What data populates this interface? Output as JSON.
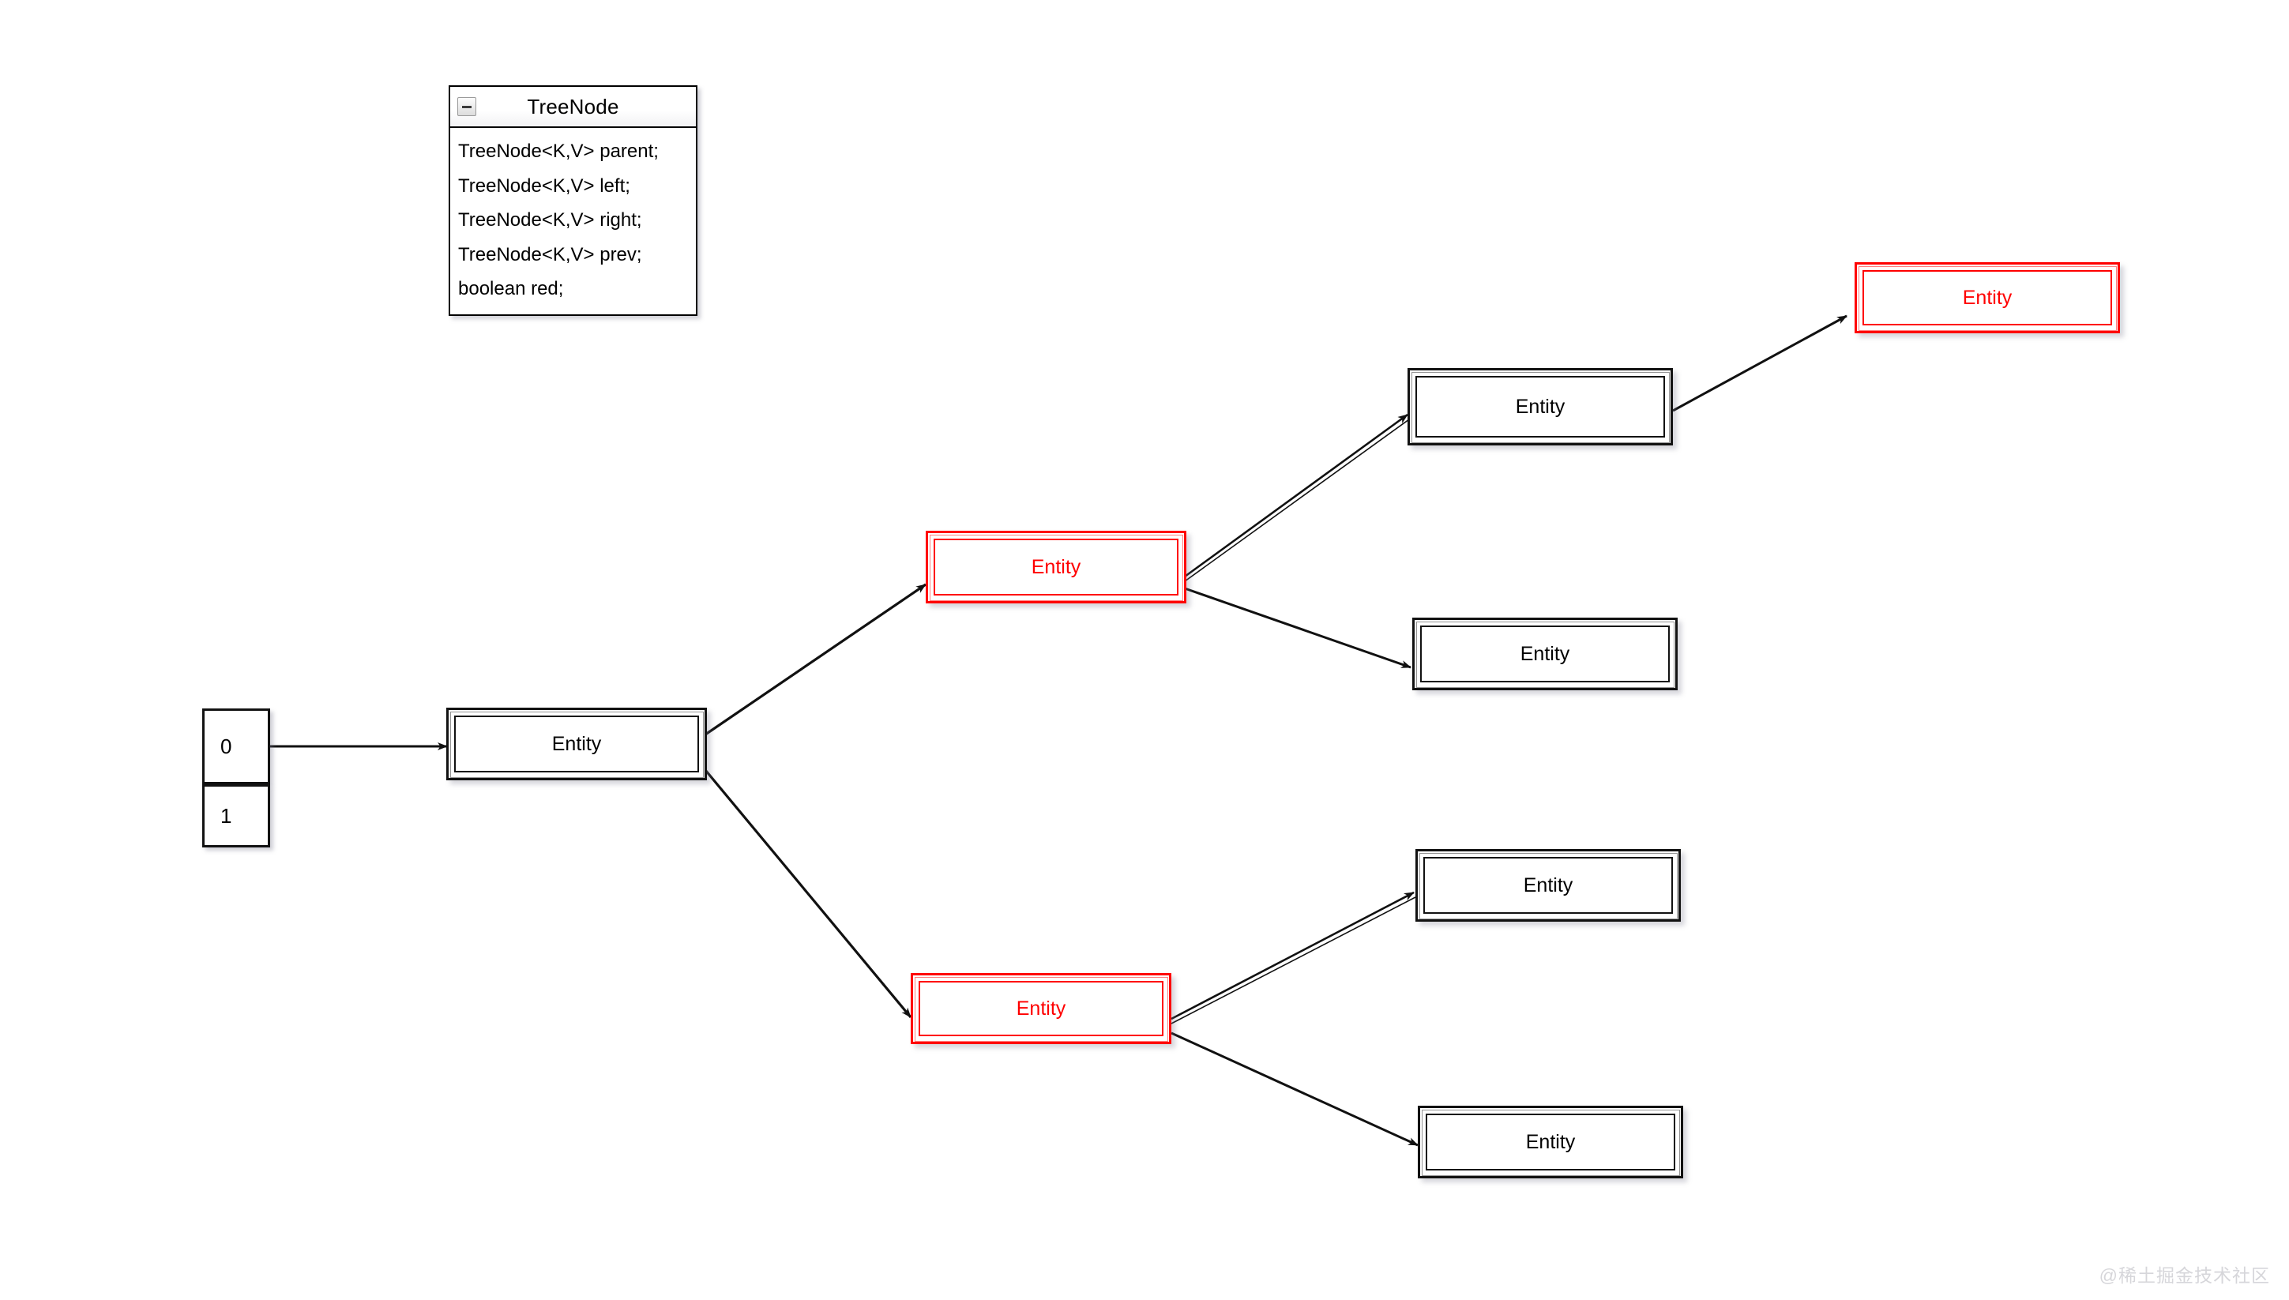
{
  "diagram": {
    "background": "#ffffff",
    "black": "#121212",
    "red": "#ff0000"
  },
  "uml": {
    "title": "TreeNode",
    "collapse_icon": "minus-icon",
    "fields": [
      "TreeNode<K,V> parent;",
      "TreeNode<K,V> left;",
      "TreeNode<K,V> right;",
      "TreeNode<K,V> prev;",
      "boolean red;"
    ]
  },
  "array": {
    "cells": [
      {
        "label": "0"
      },
      {
        "label": "1"
      }
    ]
  },
  "nodes": [
    {
      "id": "root",
      "label": "Entity",
      "color": "black"
    },
    {
      "id": "upper-red",
      "label": "Entity",
      "color": "red"
    },
    {
      "id": "upper-left",
      "label": "Entity",
      "color": "black"
    },
    {
      "id": "top-red",
      "label": "Entity",
      "color": "red"
    },
    {
      "id": "upper-right",
      "label": "Entity",
      "color": "black"
    },
    {
      "id": "lower-red",
      "label": "Entity",
      "color": "red"
    },
    {
      "id": "lower-left",
      "label": "Entity",
      "color": "black"
    },
    {
      "id": "lower-right",
      "label": "Entity",
      "color": "black"
    }
  ],
  "watermark": "@稀土掘金技术社区"
}
